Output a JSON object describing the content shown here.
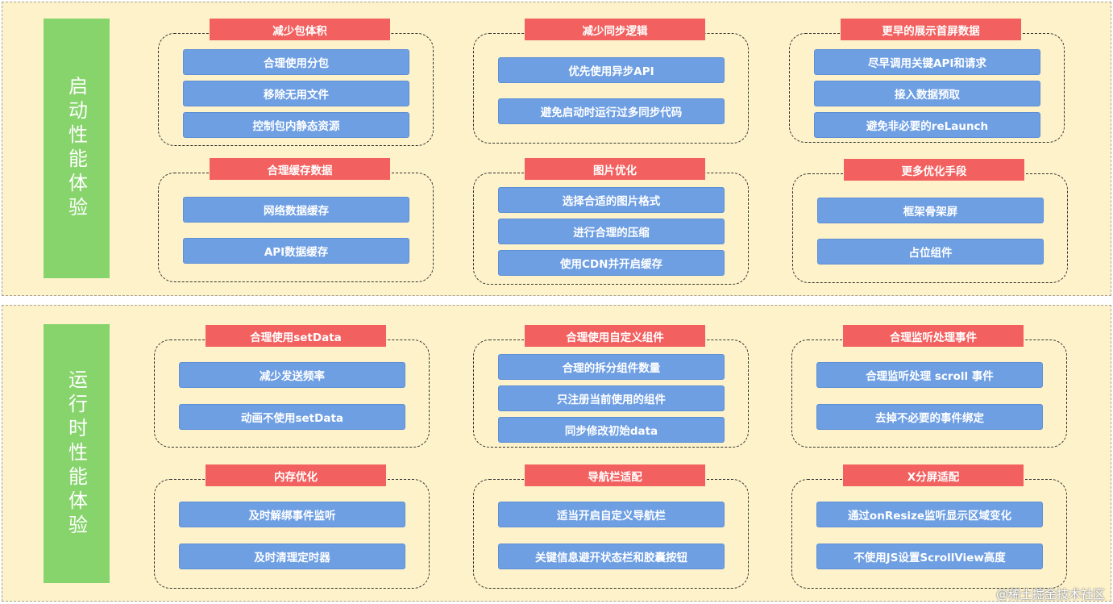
{
  "sections": [
    {
      "label": "启动性能体验",
      "groups": [
        {
          "title": "减少包体积",
          "items": [
            "合理使用分包",
            "移除无用文件",
            "控制包内静态资源"
          ]
        },
        {
          "title": "减少同步逻辑",
          "items": [
            "优先使用异步API",
            "避免启动时运行过多同步代码"
          ]
        },
        {
          "title": "更早的展示首屏数据",
          "items": [
            "尽早调用关键API和请求",
            "接入数据预取",
            "避免非必要的reLaunch"
          ]
        },
        {
          "title": "合理缓存数据",
          "items": [
            "网络数据缓存",
            "API数据缓存"
          ]
        },
        {
          "title": "图片优化",
          "items": [
            "选择合适的图片格式",
            "进行合理的压缩",
            "使用CDN并开启缓存"
          ]
        },
        {
          "title": "更多优化手段",
          "items": [
            "框架骨架屏",
            "占位组件"
          ]
        }
      ]
    },
    {
      "label": "运行时性能体验",
      "groups": [
        {
          "title": "合理使用setData",
          "items": [
            "减少发送频率",
            "动画不使用setData"
          ]
        },
        {
          "title": "合理使用自定义组件",
          "items": [
            "合理的拆分组件数量",
            "只注册当前使用的组件",
            "同步修改初始data"
          ]
        },
        {
          "title": "合理监听处理事件",
          "items": [
            "合理监听处理 scroll 事件",
            "去掉不必要的事件绑定"
          ]
        },
        {
          "title": "内存优化",
          "items": [
            "及时解绑事件监听",
            "及时清理定时器"
          ]
        },
        {
          "title": "导航栏适配",
          "items": [
            "适当开启自定义导航栏",
            "关键信息避开状态栏和胶囊按钮"
          ]
        },
        {
          "title": "X分屏适配",
          "items": [
            "通过onResize监听显示区域变化",
            "不使用JS设置ScrollView高度"
          ]
        }
      ]
    }
  ],
  "watermark": "@稀土掘金技术社区",
  "colors": {
    "section_bg": "#fdf2c9",
    "side_label": "#86d46b",
    "title_bg": "#f2605f",
    "item_bg": "#6e9fe3"
  }
}
